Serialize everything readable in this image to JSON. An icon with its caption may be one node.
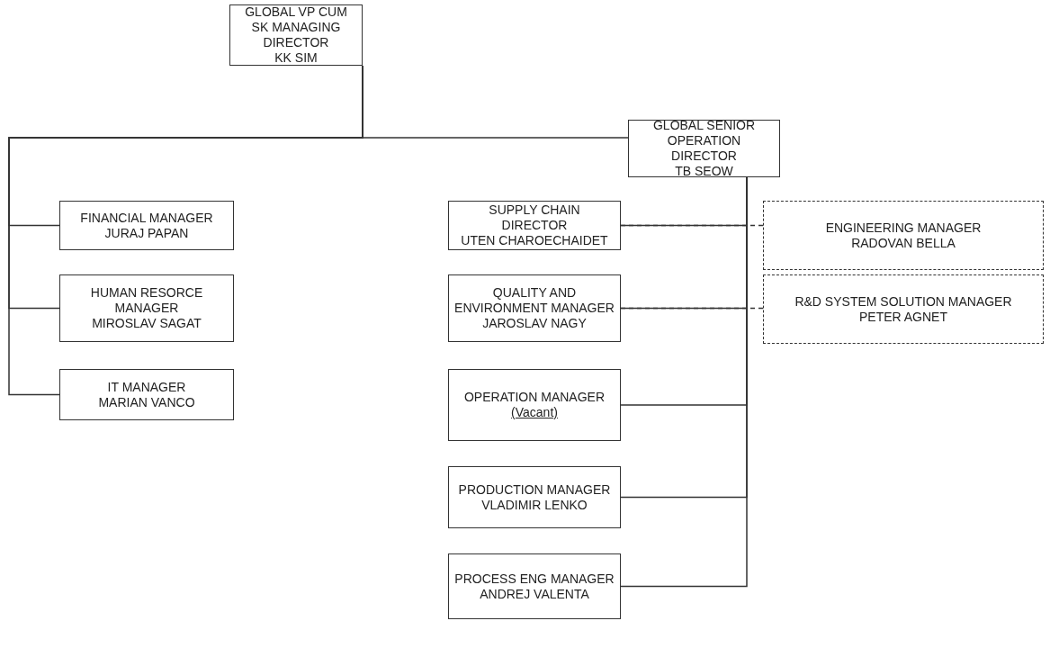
{
  "diagram": {
    "nodes": [
      {
        "text": [
          "GLOBAL VP CUM SK MANAGING DIRECTOR",
          "KK SIM"
        ]
      },
      {
        "text": [
          "GLOBAL SENIOR OPERATION DIRECTOR",
          "TB SEOW"
        ]
      },
      {
        "text": [
          "FINANCIAL MANAGER",
          "JURAJ PAPAN"
        ]
      },
      {
        "text": [
          "HUMAN RESORCE MANAGER",
          "MIROSLAV SAGAT"
        ]
      },
      {
        "text": [
          "IT MANAGER",
          "MARIAN VANCO"
        ]
      },
      {
        "text": [
          "SUPPLY CHAIN DIRECTOR",
          "UTEN CHAROECHAIDET"
        ]
      },
      {
        "text": [
          "QUALITY AND ENVIRONMENT MANAGER",
          "JAROSLAV NAGY"
        ]
      },
      {
        "text": [
          "OPERATION MANAGER",
          "(Vacant)"
        ]
      },
      {
        "text": [
          "PRODUCTION MANAGER",
          "VLADIMIR LENKO"
        ]
      },
      {
        "text": [
          "PROCESS ENG MANAGER",
          "ANDREJ VALENTA"
        ]
      },
      {
        "text": [
          "ENGINEERING MANAGER",
          "RADOVAN BELLA"
        ]
      },
      {
        "text": [
          "R&D SYSTEM SOLUTION MANAGER",
          "PETER AGNET"
        ]
      }
    ],
    "edges": [
      {
        "from": 0,
        "to": 1,
        "arrow": "none"
      },
      {
        "from": 0,
        "to": 2,
        "arrow": "none"
      },
      {
        "from": 0,
        "to": 3,
        "arrow": "none"
      },
      {
        "from": 0,
        "to": 4,
        "arrow": "none"
      },
      {
        "from": 1,
        "to": 5,
        "arrow": "none"
      },
      {
        "from": 1,
        "to": 6,
        "arrow": "none"
      },
      {
        "from": 1,
        "to": 7,
        "arrow": "none"
      },
      {
        "from": 1,
        "to": 8,
        "arrow": "none"
      },
      {
        "from": 1,
        "to": 9,
        "arrow": "none"
      },
      {
        "from": 5,
        "to": 10,
        "arrow": "none",
        "style": "dashed"
      },
      {
        "from": 6,
        "to": 11,
        "arrow": "none",
        "style": "dashed"
      }
    ]
  }
}
